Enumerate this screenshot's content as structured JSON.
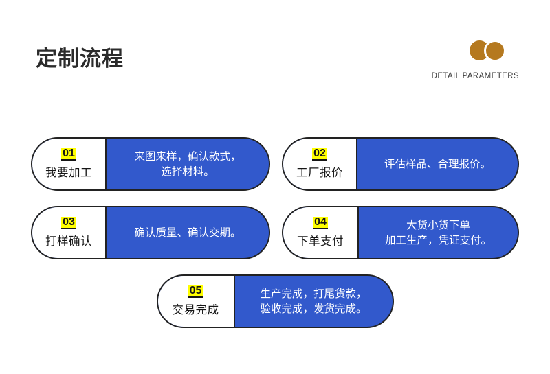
{
  "header": {
    "title": "定制流程",
    "brand_caption": "DETAIL PARAMETERS",
    "logo_icon": "two-overlapping-circles-icon",
    "logo_color": "#b5791f",
    "divider_color": "#8a8a8a"
  },
  "theme": {
    "accent_blue": "#3259cc",
    "highlight_yellow": "#ffff00",
    "outline": "#222222",
    "background": "#ffffff",
    "text_dark": "#161616",
    "text_on_accent": "#ffffff"
  },
  "flow": {
    "steps": [
      {
        "step": "01",
        "label": "我要加工",
        "lines": [
          "来图来样，确认款式，",
          "选择材料。"
        ]
      },
      {
        "step": "02",
        "label": "工厂报价",
        "lines": [
          "评估样品、合理报价。"
        ]
      },
      {
        "step": "03",
        "label": "打样确认",
        "lines": [
          "确认质量、确认交期。"
        ]
      },
      {
        "step": "04",
        "label": "下单支付",
        "lines": [
          "大货小货下单",
          "加工生产，凭证支付。"
        ]
      },
      {
        "step": "05",
        "label": "交易完成",
        "lines": [
          "生产完成，打尾货款，",
          "验收完成，发货完成。"
        ]
      }
    ]
  }
}
